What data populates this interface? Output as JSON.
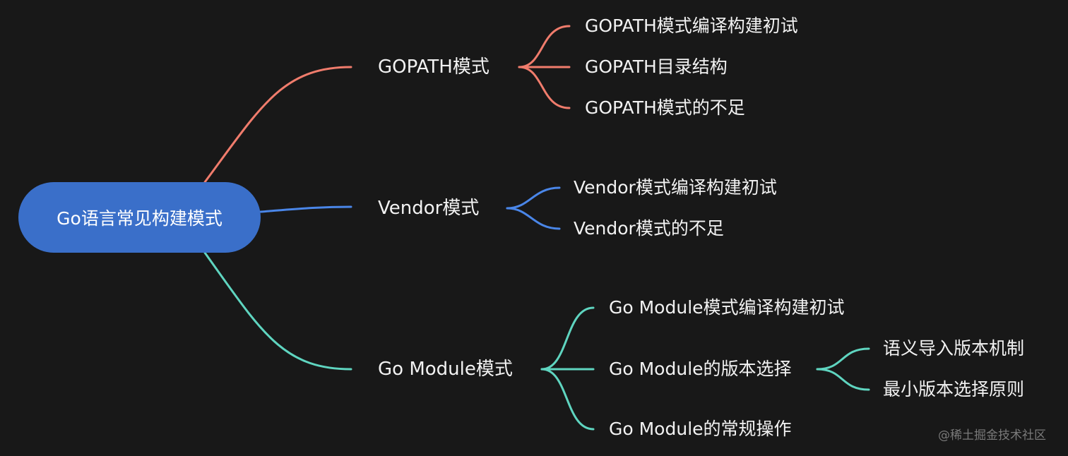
{
  "root": {
    "label": "Go语言常见构建模式",
    "color": "#3a6fc9"
  },
  "branches": [
    {
      "label": "GOPATH模式",
      "color": "#f07c6c",
      "children": [
        {
          "label": "GOPATH模式编译构建初试"
        },
        {
          "label": "GOPATH目录结构"
        },
        {
          "label": "GOPATH模式的不足"
        }
      ]
    },
    {
      "label": "Vendor模式",
      "color": "#4a86e8",
      "children": [
        {
          "label": "Vendor模式编译构建初试"
        },
        {
          "label": "Vendor模式的不足"
        }
      ]
    },
    {
      "label": "Go Module模式",
      "color": "#5fd5c0",
      "children": [
        {
          "label": "Go Module模式编译构建初试"
        },
        {
          "label": "Go Module的版本选择",
          "children": [
            {
              "label": "语义导入版本机制"
            },
            {
              "label": "最小版本选择原则"
            }
          ]
        },
        {
          "label": "Go Module的常规操作"
        }
      ]
    }
  ],
  "watermark": "@稀土掘金技术社区",
  "colors": {
    "background": "#181818",
    "text": "#f2f2f2"
  }
}
